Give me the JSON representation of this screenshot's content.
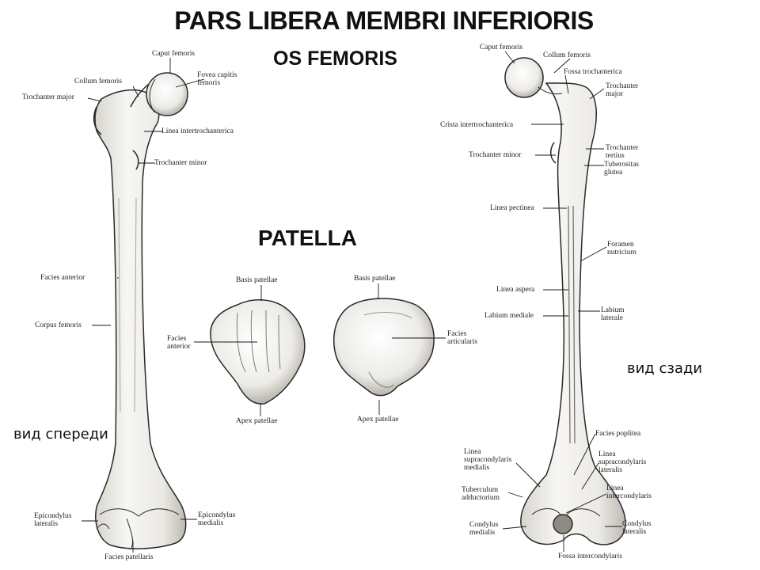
{
  "titles": {
    "main": "PARS LIBERA MEMBRI INFERIORIS",
    "sub": "OS FEMORIS",
    "patella": "PATELLA"
  },
  "views": {
    "front": "вид спереди",
    "back": "вид сзади"
  },
  "front_labels": {
    "caput": "Caput femoris",
    "collum": "Collum femoris",
    "fovea": [
      "Fovea capitis",
      "femoris"
    ],
    "troch_major": "Trochanter major",
    "linea_inter": "Linea intertrochanterica",
    "troch_minor": "Trochanter minor",
    "facies_anterior": "Facies anterior",
    "corpus": "Corpus femoris",
    "epi_lat": [
      "Epicondylus",
      "lateralis"
    ],
    "epi_med": [
      "Epicondylus",
      "medialis"
    ],
    "facies_patellaris": "Facies patellaris"
  },
  "patella_labels": {
    "basis_left": "Basis patellae",
    "basis_right": "Basis patellae",
    "facies_anterior": [
      "Facies",
      "anterior"
    ],
    "facies_articularis": [
      "Facies",
      "articularis"
    ],
    "apex_left": "Apex patellae",
    "apex_right": "Apex patellae"
  },
  "back_labels": {
    "caput": "Caput femoris",
    "collum": "Collum femoris",
    "fossa_troch": "Fossa trochanterica",
    "troch_major": [
      "Trochanter",
      "major"
    ],
    "crista": "Crista intertrochanterica",
    "troch_minor": "Trochanter minor",
    "troch_tertius": [
      "Trochanter",
      "tertius"
    ],
    "tuberositas": [
      "Tuberositas",
      "glutea"
    ],
    "linea_pectinea": "Linea pectinea",
    "foramen": [
      "Foramen",
      "nutricium"
    ],
    "linea_aspera": "Linea aspera",
    "labium_med": "Labium mediale",
    "labium_lat": [
      "Labium",
      "laterale"
    ],
    "facies_poplitea": "Facies poplitea",
    "linea_supra_med": [
      "Linea",
      "supracondylaris",
      "medialis"
    ],
    "linea_supra_lat": [
      "Linea",
      "supracondylaris",
      "lateralis"
    ],
    "tuberculum": [
      "Tuberculum",
      "adductorium"
    ],
    "linea_intercond": [
      "Linea",
      "intercondylaris"
    ],
    "condylus_med": [
      "Condylus",
      "medialis"
    ],
    "condylus_lat": [
      "Condylus",
      "lateralis"
    ],
    "fossa_intercond": "Fossa intercondylaris"
  }
}
